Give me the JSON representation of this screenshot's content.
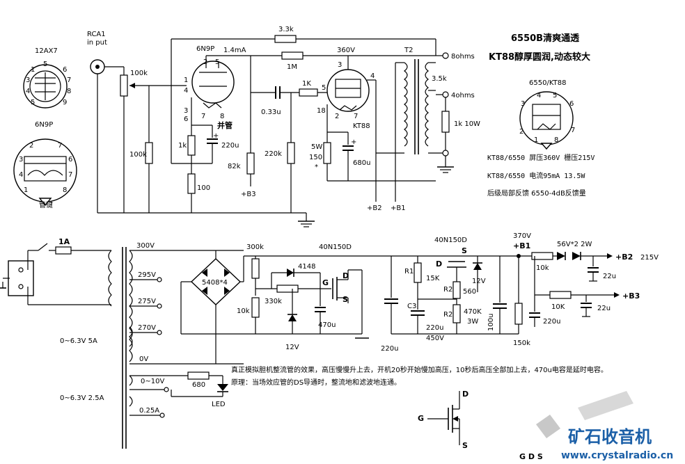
{
  "header": {
    "title_line1": "6550B清爽通透",
    "title_line2": "KT88醇厚圆润,动态较大"
  },
  "specs": {
    "line1": "KT88/6550 屏压360V 栅压215V",
    "line2": "KT88/6550 电流95mA  13.5W",
    "line3": "后级局部反馈 6550-4dB反馈量"
  },
  "notes": {
    "line1": "真正模拟胆机整流管的效果，高压慢慢升上去，开机20秒开始慢加高压，10秒后高压全部加上去，470u电容是延时电容。",
    "line2": "原理：当场效应管的DS导通时，整流地和滤波地连通。"
  },
  "tubes": {
    "t12ax7": "12AX7",
    "t6n9p": "6N9P",
    "t6n9p_circuit": "6N9P",
    "t6550": "6550/KT88",
    "kt88": "KT88",
    "parallel": "并管",
    "key": "管键"
  },
  "input": {
    "rca": "RCA1",
    "in_put": "in put"
  },
  "amp_labels": {
    "r33k": "3.3k",
    "current": "1.4mA",
    "v360": "360V",
    "t2": "T2",
    "ohm8": "8ohms",
    "ohm4": "4ohms",
    "r35k": "3.5k",
    "r1k10w": "1k 10W",
    "r1m": "1M",
    "r1k": "1K",
    "c033": "0.33u",
    "r100k_pot": "100k",
    "r100k": "100k",
    "r1k_cath": "1k",
    "c220u": "220u",
    "r100": "100",
    "r82k": "82k",
    "r220k": "220k",
    "r5w": "5W",
    "r150": "150",
    "star": "*",
    "c680u": "680u",
    "b3": "+B3",
    "b2": "+B2",
    "b1": "+B1",
    "pin_1": "1",
    "pin_2": "2",
    "pin_3": "3",
    "pin_4": "4",
    "pin_5": "5",
    "pin_6": "6",
    "pin_7": "7",
    "pin_8": "8",
    "pin_18": "18"
  },
  "psu_labels": {
    "fuse": "1A",
    "v300": "300V",
    "v295": "295V",
    "v275": "275V",
    "v270": "270V",
    "v0": "0V",
    "f63_5a": "0~6.3V 5A",
    "f10": "0~10V",
    "f63_25a": "0~6.3V 2.5A",
    "a025": "0.25A",
    "bridge": "5408*4",
    "r300k": "300k",
    "r10k": "10k",
    "d4148": "4148",
    "r330k": "330k",
    "mosfet1": "40N150D",
    "g": "G",
    "d": "D",
    "s": "S",
    "c470u": "470u",
    "z12v": "12V",
    "c220u": "220u",
    "r680": "680",
    "led": "LED",
    "mosfet2": "40N150D",
    "r1": "R1",
    "r15k": "15K",
    "r2": "R2",
    "r560": "560",
    "r470k": "470K",
    "r3w": "3W",
    "c3": "C3",
    "c220u450": "220u",
    "v450": "450V",
    "z12v_b": "12V",
    "c100u": "100u",
    "v370": "370V",
    "b1": "+B1",
    "r10k_b1": "10k",
    "z56": "56V*2  2W",
    "b2": "+B2",
    "v215": "215V",
    "c22u_b2": "22u",
    "r10k_b3": "10K",
    "b3": "+B3",
    "c22u_b3": "22u",
    "c220u_b3": "220u",
    "r150k": "150k"
  },
  "fet_symbol": {
    "g": "G",
    "d": "D",
    "s": "S",
    "pins": "G  D  S"
  },
  "logo": {
    "text": "矿石收音机",
    "url": "www.crystalradio.cn"
  }
}
